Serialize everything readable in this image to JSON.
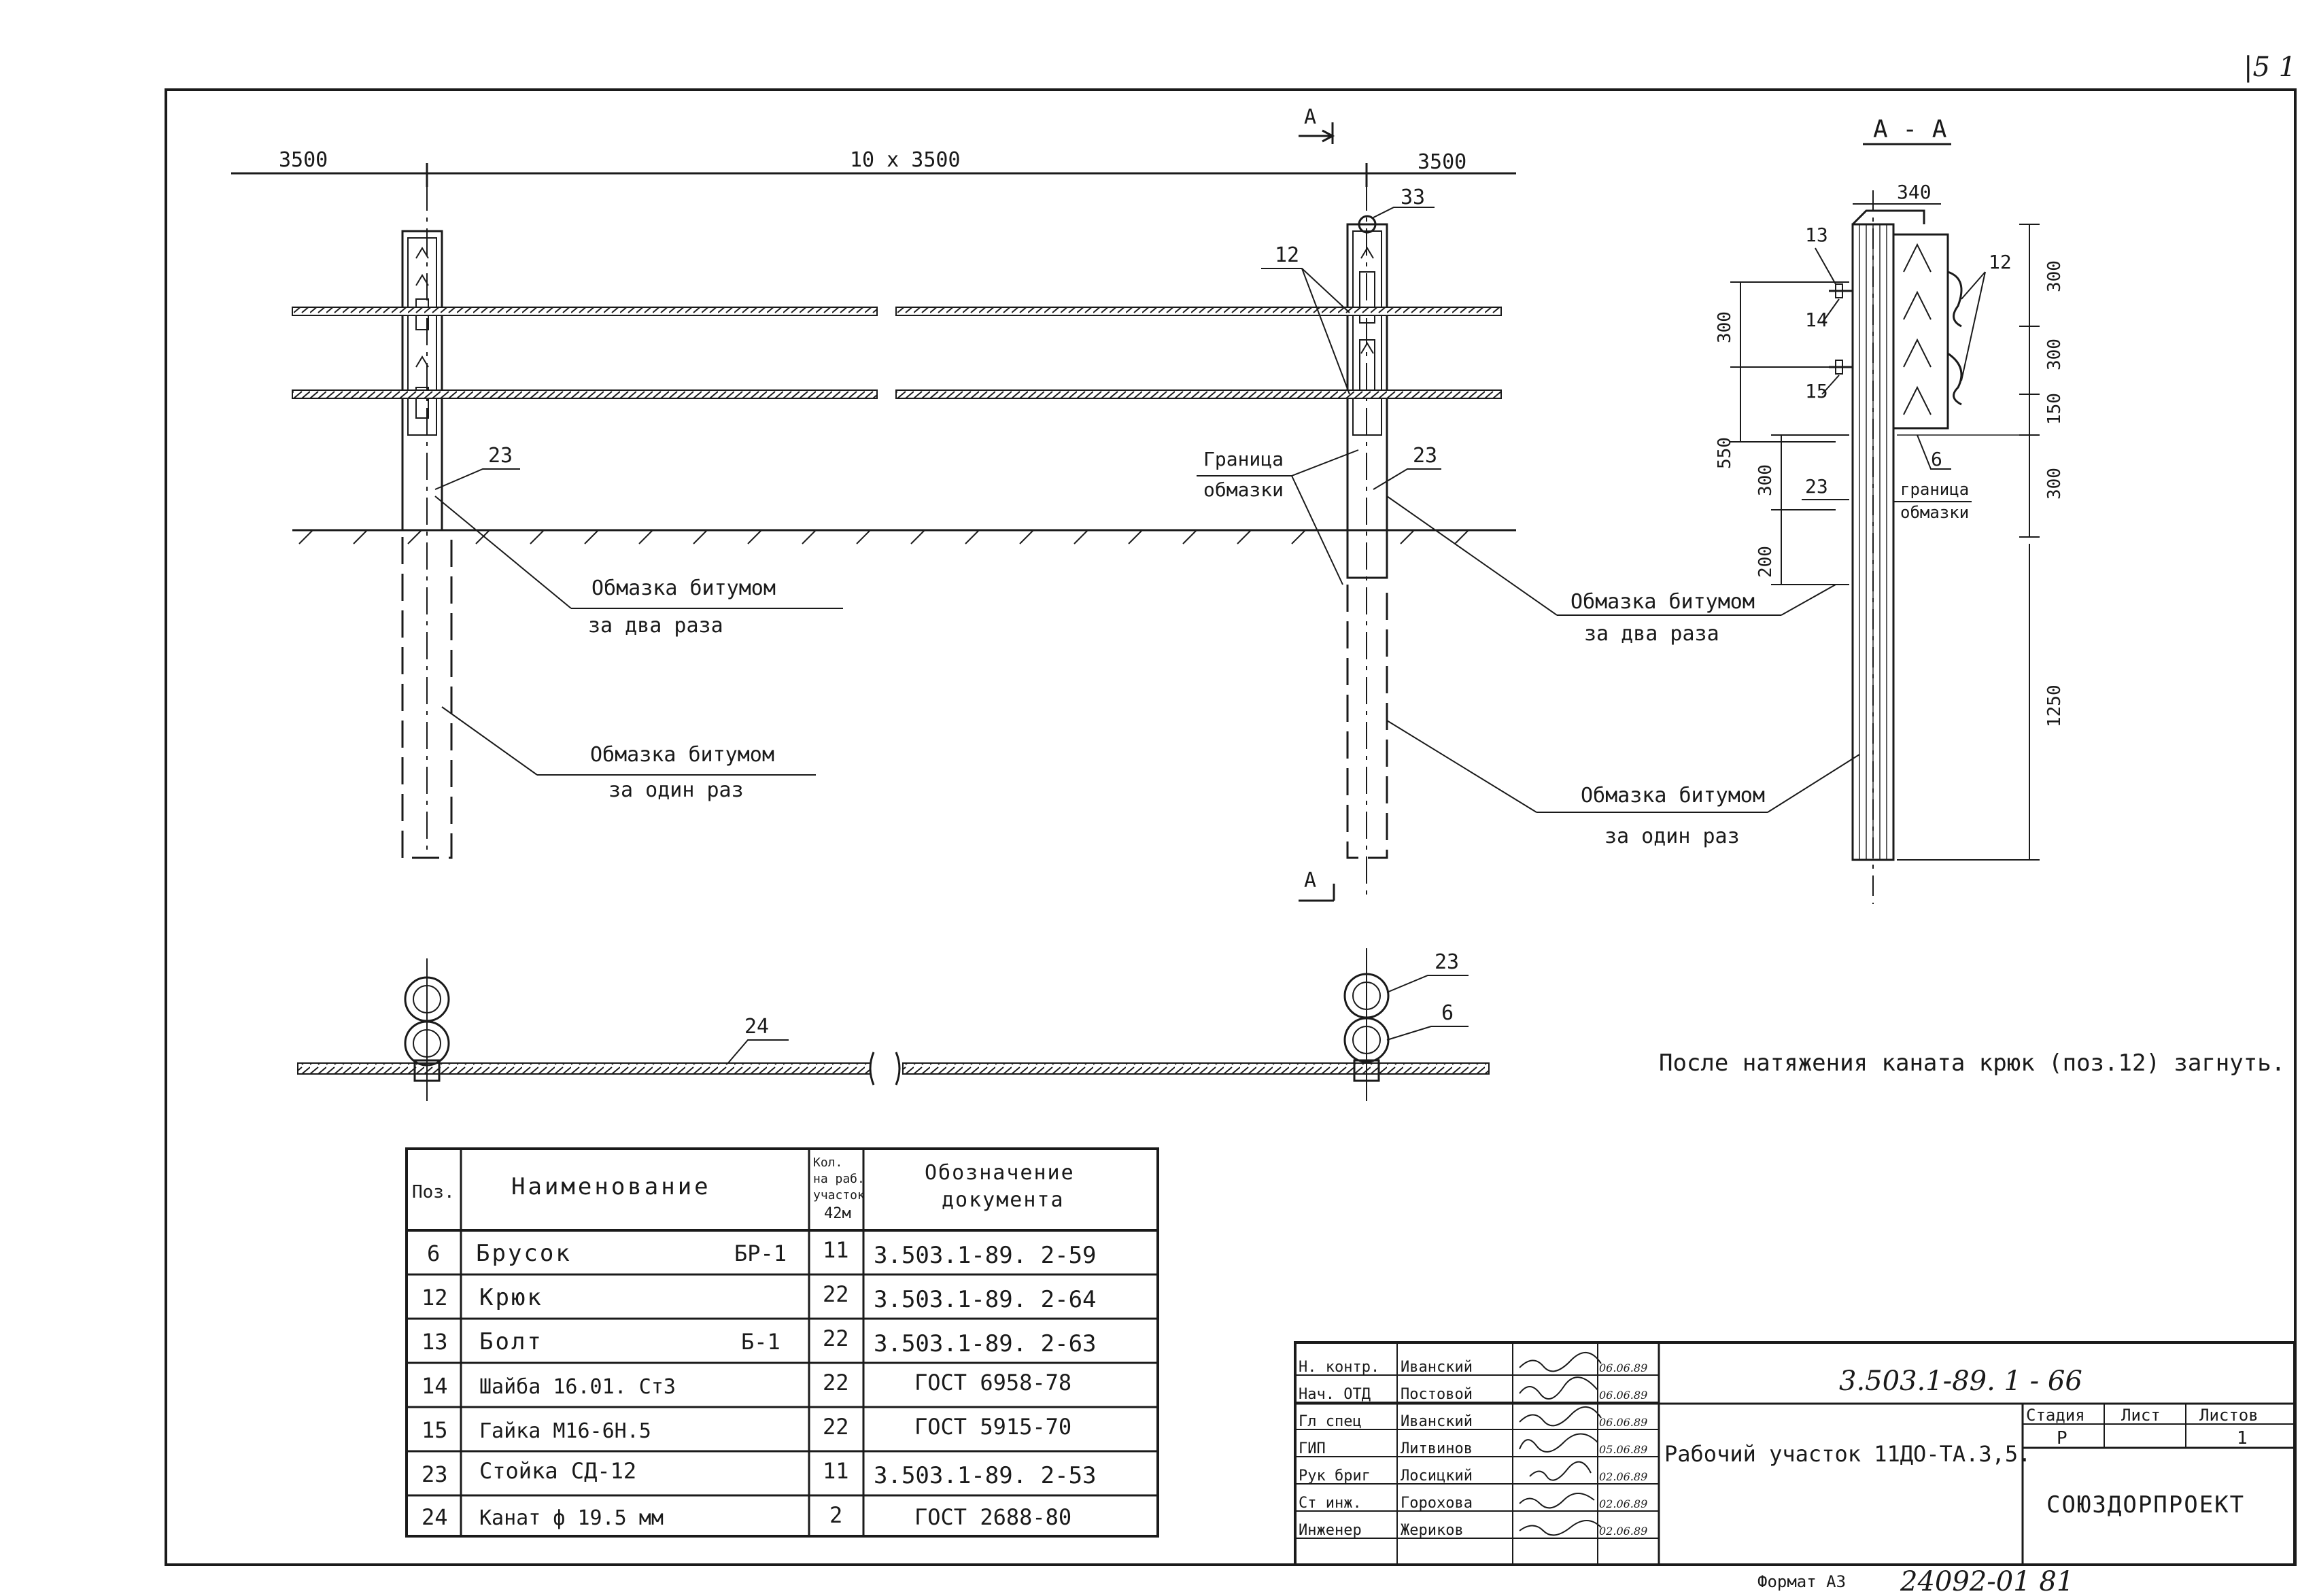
{
  "corner_mark": "|5 1",
  "dims": {
    "left": "3500",
    "middle": "10 x 3500",
    "right": "3500",
    "aa_width": "340",
    "aa_300a": "300",
    "aa_300b": "300",
    "aa_550": "550",
    "aa_300c": "300",
    "aa_200": "200",
    "aa_r300": "300",
    "aa_r150": "150",
    "aa_r300b": "300",
    "aa_1250": "1250"
  },
  "section": {
    "marker_top": "A",
    "marker_bottom": "A",
    "view_title": "A - A"
  },
  "callouts": {
    "p33": "33",
    "p12": "12",
    "p23_left": "23",
    "p23_mid": "23",
    "aa_13": "13",
    "aa_14": "14",
    "aa_15": "15",
    "aa_12": "12",
    "aa_6": "6",
    "aa_23": "23",
    "plan_24": "24",
    "plan_23": "23",
    "plan_6": "6"
  },
  "notes": {
    "twice_l1": "Обмазка битумом",
    "twice_l2": "за два раза",
    "once_l1": "Обмазка битумом",
    "once_l2": "за один раз",
    "boundary_l1": "Граница",
    "boundary_l2": "обмазки",
    "aa_boundary_l1": "граница",
    "aa_boundary_l2": "обмазки",
    "hook_note": "После натяжения каната крюк (поз.12) загнуть."
  },
  "spec": {
    "headers": {
      "pos": "Поз.",
      "name": "Наименование",
      "qty": [
        "Кол.",
        "на раб.",
        "участок",
        "42м"
      ],
      "doc": [
        "Обозначение",
        "документа"
      ]
    },
    "rows": [
      {
        "pos": "6",
        "name": "Брусок",
        "mark": "БР-1",
        "qty": "11",
        "doc": "3.503.1-89. 2-59"
      },
      {
        "pos": "12",
        "name": "Крюк",
        "mark": "",
        "qty": "22",
        "doc": "3.503.1-89. 2-64"
      },
      {
        "pos": "13",
        "name": "Болт",
        "mark": "Б-1",
        "qty": "22",
        "doc": "3.503.1-89. 2-63"
      },
      {
        "pos": "14",
        "name": "Шайба 16.01. Ст3",
        "mark": "",
        "qty": "22",
        "doc": "ГОСТ 6958-78"
      },
      {
        "pos": "15",
        "name": "Гайка М16-6Н.5",
        "mark": "",
        "qty": "22",
        "doc": "ГОСТ 5915-70"
      },
      {
        "pos": "23",
        "name": "Стойка СД-12",
        "mark": "",
        "qty": "11",
        "doc": "3.503.1-89. 2-53"
      },
      {
        "pos": "24",
        "name": "Канат  ф 19.5 мм",
        "mark": "",
        "qty": "2",
        "doc": "ГОСТ 2688-80"
      }
    ]
  },
  "title_block": {
    "code": "3.503.1-89. 1 - 66",
    "title": "Рабочий участок 11ДО-ТА.3,5.",
    "stage_h": "Стадия",
    "sheet_h": "Лист",
    "sheets_h": "Листов",
    "stage": "Р",
    "sheet": "",
    "sheets": "1",
    "org": "СОЮЗДОРПРОЕКТ",
    "people": [
      {
        "role": "Н. контр.",
        "name": "Иванский",
        "date": "06.06.89"
      },
      {
        "role": "Нач. ОТД",
        "name": "Постовой",
        "date": "06.06.89"
      },
      {
        "role": "Гл спец",
        "name": "Иванский",
        "date": "06.06.89"
      },
      {
        "role": "ГИП",
        "name": "Литвинов",
        "date": "05.06.89"
      },
      {
        "role": "Рук бриг",
        "name": "Лосицкий",
        "date": "02.06.89"
      },
      {
        "role": "Ст инж.",
        "name": "Горохова",
        "date": "02.06.89"
      },
      {
        "role": "Инженер",
        "name": "Жериков",
        "date": "02.06.89"
      }
    ]
  },
  "format": "Формат А3",
  "inv_number": "24092-01 81"
}
